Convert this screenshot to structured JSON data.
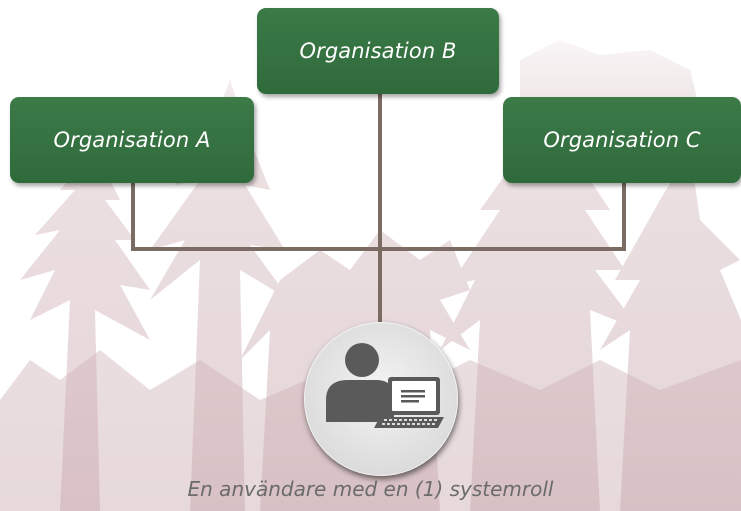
{
  "organisations": {
    "a": "Organisation A",
    "b": "Organisation B",
    "c": "Organisation C"
  },
  "user": {
    "icon": "user-with-laptop-icon"
  },
  "caption": "En användare med en (1) systemroll",
  "colors": {
    "box_green": "#33703f",
    "box_text": "#ffffff",
    "connector": "#7a6c62",
    "caption_text": "#6b6b6b",
    "icon_dark": "#5a5a5a",
    "background_tint": "#d9bfc3"
  }
}
